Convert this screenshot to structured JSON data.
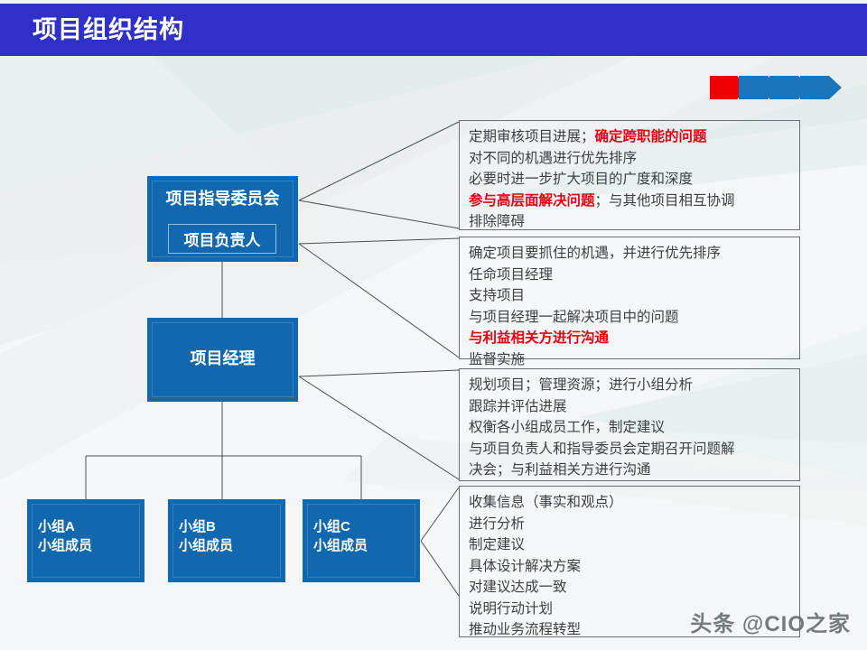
{
  "slide": {
    "title": "项目组织结构",
    "header_color": "#2e30c7",
    "box_color": "#1268ae",
    "highlight_color": "#e60012",
    "watermark": "头条 @CIO之家"
  },
  "decor": {
    "chevron_red": "#f00000",
    "chevron_blue": "#1b75bb"
  },
  "org": {
    "committee": {
      "title": "项目指导委员会",
      "owner": "项目负责人"
    },
    "manager": {
      "title": "项目经理"
    },
    "teams": [
      {
        "name": "小组A",
        "members": "小组成员"
      },
      {
        "name": "小组B",
        "members": "小组成员"
      },
      {
        "name": "小组C",
        "members": "小组成员"
      }
    ]
  },
  "callouts": [
    {
      "id": "committee-duties",
      "lines": [
        [
          {
            "t": "定期审核项目进展；",
            "hl": false
          },
          {
            "t": "确定跨职能的问题",
            "hl": true
          }
        ],
        [
          {
            "t": "对不同的机遇进行优先排序",
            "hl": false
          }
        ],
        [
          {
            "t": "必要时进一步扩大项目的广度和深度",
            "hl": false
          }
        ],
        [
          {
            "t": "参与高层面解决问题",
            "hl": true
          },
          {
            "t": "；与其他项目相互协调",
            "hl": false
          }
        ],
        [
          {
            "t": "排除障碍",
            "hl": false
          }
        ]
      ]
    },
    {
      "id": "owner-duties",
      "lines": [
        [
          {
            "t": "确定项目要抓住的机遇，并进行优先排序",
            "hl": false
          }
        ],
        [
          {
            "t": "任命项目经理",
            "hl": false
          }
        ],
        [
          {
            "t": "支持项目",
            "hl": false
          }
        ],
        [
          {
            "t": "与项目经理一起解决项目中的问题",
            "hl": false
          }
        ],
        [
          {
            "t": "与利益相关方进行沟通",
            "hl": true
          }
        ],
        [
          {
            "t": "监督实施",
            "hl": false
          }
        ]
      ]
    },
    {
      "id": "manager-duties",
      "lines": [
        [
          {
            "t": "规划项目；管理资源；进行小组分析",
            "hl": false
          }
        ],
        [
          {
            "t": "跟踪并评估进展",
            "hl": false
          }
        ],
        [
          {
            "t": "权衡各小组成员工作，制定建议",
            "hl": false
          }
        ],
        [
          {
            "t": "与项目负责人和指导委员会定期召开问题解",
            "hl": false
          }
        ],
        [
          {
            "t": "决会；与利益相关方进行沟通",
            "hl": false
          }
        ]
      ]
    },
    {
      "id": "team-duties",
      "lines": [
        [
          {
            "t": "收集信息（事实和观点）",
            "hl": false
          }
        ],
        [
          {
            "t": "进行分析",
            "hl": false
          }
        ],
        [
          {
            "t": "制定建议",
            "hl": false
          }
        ],
        [
          {
            "t": "具体设计解决方案",
            "hl": false
          }
        ],
        [
          {
            "t": "对建议达成一致",
            "hl": false
          }
        ],
        [
          {
            "t": "说明行动计划",
            "hl": false
          }
        ],
        [
          {
            "t": "推动业务流程转型",
            "hl": false
          }
        ]
      ]
    }
  ]
}
